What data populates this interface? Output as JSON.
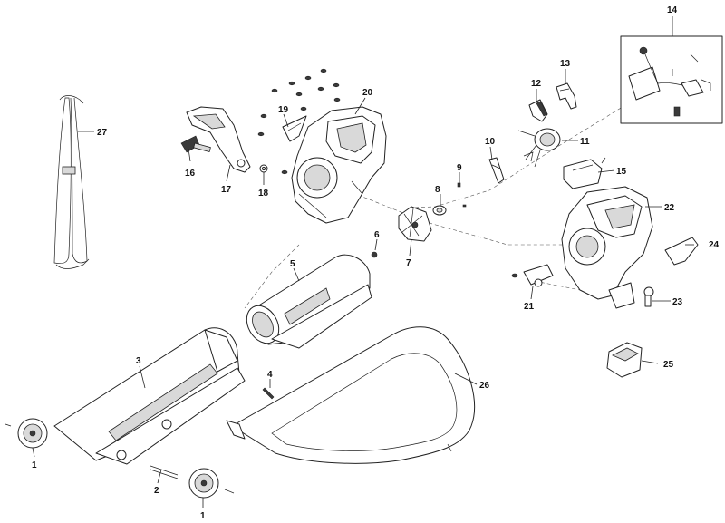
{
  "callouts": {
    "c1a": "1",
    "c1b": "1",
    "c2": "2",
    "c3": "3",
    "c4": "4",
    "c5": "5",
    "c6": "6",
    "c7": "7",
    "c8": "8",
    "c9": "9",
    "c10": "10",
    "c11": "11",
    "c12": "12",
    "c13": "13",
    "c14": "14",
    "c15": "15",
    "c16": "16",
    "c17": "17",
    "c18": "18",
    "c19": "19",
    "c20": "20",
    "c21": "21",
    "c22": "22",
    "c23": "23",
    "c24": "24",
    "c25": "25",
    "c26": "26",
    "c27": "27"
  }
}
